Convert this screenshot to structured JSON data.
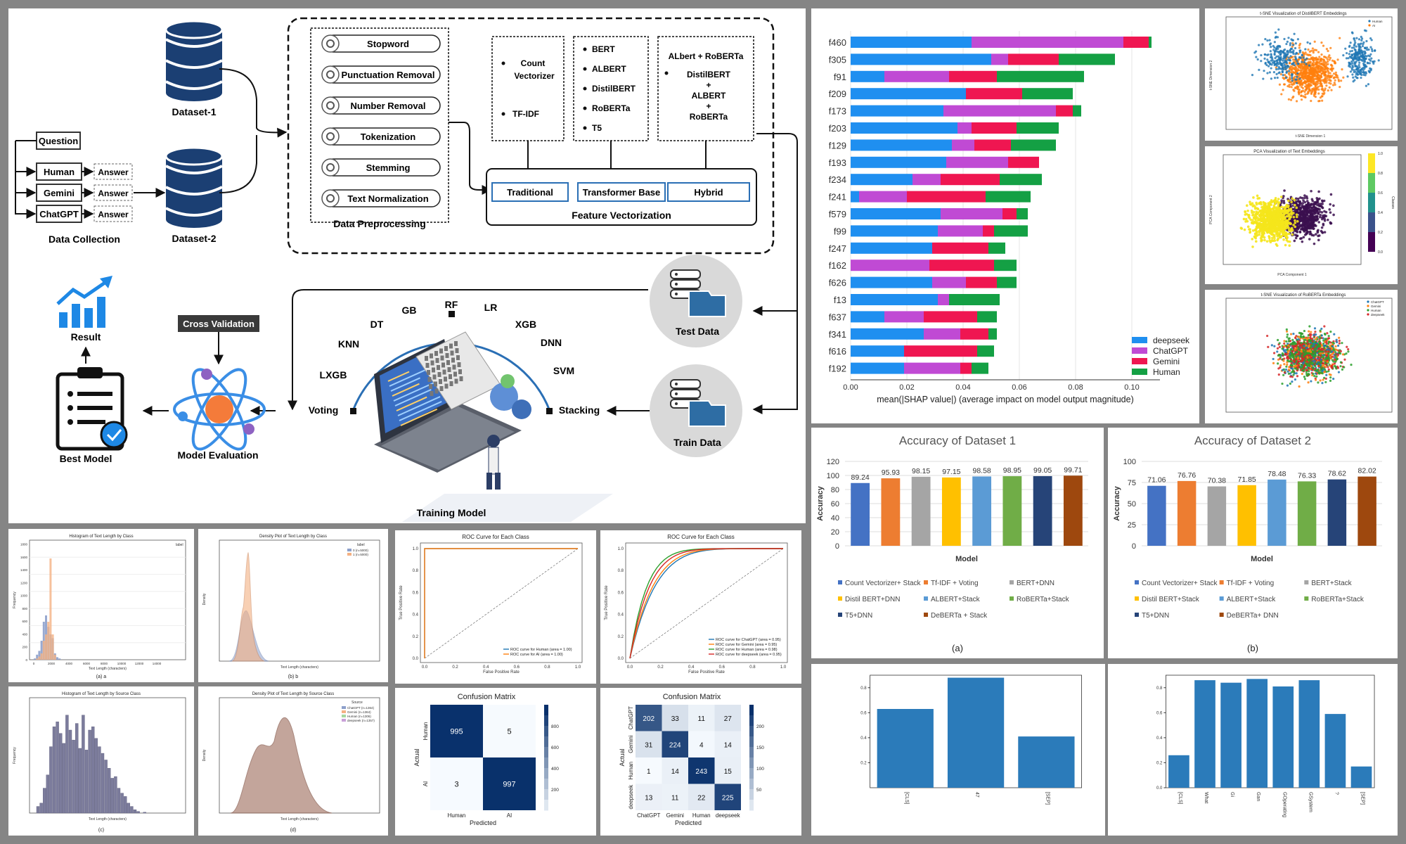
{
  "flow": {
    "data_collection": {
      "question": "Question",
      "sources": [
        "Human",
        "Gemini",
        "ChatGPT"
      ],
      "answer": "Answer",
      "label": "Data Collection"
    },
    "datasets": [
      "Dataset-1",
      "Dataset-2"
    ],
    "preprocessing": {
      "steps": [
        "Stopword",
        "Punctuation Removal",
        "Number Removal",
        "Tokenization",
        "Stemming",
        "Text Normalization"
      ],
      "label": "Data Preprocessing"
    },
    "vectorizer_groups": [
      [
        "Count Vectorizer",
        "TF-IDF"
      ],
      [
        "BERT",
        "ALBERT",
        "DistilBERT",
        "RoBERTa",
        "T5"
      ],
      [
        "ALbert + RoBERTa",
        "DistilBERT",
        "+",
        "ALBERT",
        "+",
        "RoBERTa"
      ]
    ],
    "feature_types": [
      "Traditional",
      "Transformer Base",
      "Hybrid"
    ],
    "feature_label": "Feature Vectorization",
    "test_data": "Test Data",
    "train_data": "Train Data",
    "models": [
      "Voting",
      "LXGB",
      "KNN",
      "DT",
      "GB",
      "RF",
      "LR",
      "XGB",
      "DNN",
      "SVM",
      "Stacking"
    ],
    "training_label": "Training Model",
    "cross_validation": "Cross Validation",
    "evaluation_label": "Model Evaluation",
    "result_label": "Result",
    "best_model_label": "Best Model"
  },
  "chart_data": [
    {
      "type": "bar",
      "orientation": "horizontal",
      "stacked": true,
      "categories": [
        "f460",
        "f305",
        "f91",
        "f209",
        "f173",
        "f203",
        "f129",
        "f193",
        "f234",
        "f241",
        "f579",
        "f99",
        "f247",
        "f162",
        "f626",
        "f13",
        "f637",
        "f341",
        "f616",
        "f192"
      ],
      "series": [
        {
          "name": "deepseek",
          "color": "#1f8ff0",
          "values": [
            0.043,
            0.05,
            0.012,
            0.041,
            0.033,
            0.038,
            0.036,
            0.034,
            0.022,
            0.003,
            0.032,
            0.031,
            0.029,
            0.0,
            0.029,
            0.031,
            0.012,
            0.026,
            0.019,
            0.019
          ]
        },
        {
          "name": "ChatGPT",
          "color": "#c04ad4",
          "values": [
            0.054,
            0.006,
            0.023,
            0.0,
            0.04,
            0.005,
            0.008,
            0.022,
            0.01,
            0.017,
            0.022,
            0.016,
            0.0,
            0.028,
            0.012,
            0.004,
            0.014,
            0.013,
            0.0,
            0.02
          ]
        },
        {
          "name": "Gemini",
          "color": "#ef1651",
          "values": [
            0.009,
            0.018,
            0.017,
            0.02,
            0.006,
            0.016,
            0.013,
            0.011,
            0.021,
            0.028,
            0.005,
            0.004,
            0.02,
            0.023,
            0.011,
            0.0,
            0.019,
            0.01,
            0.026,
            0.004
          ]
        },
        {
          "name": "Human",
          "color": "#14a044",
          "values": [
            0.001,
            0.02,
            0.031,
            0.018,
            0.003,
            0.015,
            0.016,
            0.0,
            0.015,
            0.016,
            0.004,
            0.012,
            0.006,
            0.008,
            0.007,
            0.018,
            0.007,
            0.003,
            0.006,
            0.006
          ]
        }
      ],
      "xlabel": "mean(|SHAP value|) (average impact on model output magnitude)",
      "xticks": [
        "0.00",
        "0.02",
        "0.04",
        "0.06",
        "0.08",
        "0.10"
      ],
      "xlim": [
        0,
        0.11
      ],
      "legend": "bottom-right"
    },
    {
      "type": "scatter",
      "title": "t-SNE Visualization of DistilBERT Embeddings",
      "xlabel": "t-SNE Dimension 1",
      "ylabel": "t-SNE Dimension 2",
      "legend": [
        "Human",
        "AI"
      ],
      "colors": [
        "#1f77b4",
        "#ff7f0e"
      ]
    },
    {
      "type": "scatter",
      "title": "PCA Visualization of Text Embeddings",
      "xlabel": "PCA Component 1",
      "ylabel": "PCA Component 2",
      "colorbar_label": "Classes",
      "colorbar_ticks": [
        "0.0",
        "0.2",
        "0.4",
        "0.6",
        "0.8",
        "1.0"
      ]
    },
    {
      "type": "scatter",
      "title": "t-SNE Visualization of RoBERTa Embeddings",
      "legend": [
        "ChatGPT",
        "Gemini",
        "Human",
        "deepseek"
      ],
      "colors": [
        "#1f77b4",
        "#ff7f0e",
        "#2ca02c",
        "#d62728"
      ]
    },
    {
      "type": "bar",
      "title": "Accuracy of Dataset 1",
      "xlabel": "Model",
      "ylabel": "Accuracy",
      "ylim": [
        0,
        120
      ],
      "yticks": [
        0,
        20,
        40,
        60,
        80,
        100,
        120
      ],
      "categories": [
        "Count Vectorizer+ Stack",
        "Tf-IDF + Voting",
        "BERT+DNN",
        "Distil BERT+DNN",
        "ALBERT+Stack",
        "RoBERTa+Stack",
        "T5+DNN",
        "DeBERTa + Stack"
      ],
      "values": [
        89.24,
        95.93,
        98.15,
        97.15,
        98.58,
        98.95,
        99.05,
        99.71
      ],
      "labels": [
        "89.24",
        "95.93",
        "98.15",
        "97.15",
        "98.58",
        "98.95",
        "99.05",
        "99.71"
      ],
      "colors": [
        "#4472c4",
        "#ed7d31",
        "#a5a5a5",
        "#ffc000",
        "#5b9bd5",
        "#70ad47",
        "#264478",
        "#9e480e"
      ],
      "caption": "(a)"
    },
    {
      "type": "bar",
      "title": "Accuracy of Dataset 2",
      "xlabel": "Model",
      "ylabel": "Accuracy",
      "ylim": [
        0,
        100
      ],
      "yticks": [
        0,
        25,
        50,
        75,
        100
      ],
      "categories": [
        "Count Vectorizer+ Stack",
        "Tf-IDF + Voting",
        "BERT+Stack",
        "Distil BERT+Stack",
        "ALBERT+Stack",
        "RoBERTa+Stack",
        "T5+DNN",
        "DeBERTa+ DNN"
      ],
      "values": [
        71.06,
        76.76,
        70.38,
        71.85,
        78.48,
        76.33,
        78.62,
        82.02
      ],
      "labels": [
        "71.06",
        "76.76",
        "70.38",
        "71.85",
        "78.48",
        "76.33",
        "78.62",
        "82.02"
      ],
      "colors": [
        "#4472c4",
        "#ed7d31",
        "#a5a5a5",
        "#ffc000",
        "#5b9bd5",
        "#70ad47",
        "#264478",
        "#9e480e"
      ],
      "caption": "(b)"
    },
    {
      "type": "bar",
      "title": "Histogram of Text Length by Class",
      "xlabel": "Text Length (characters)",
      "ylabel": "Frequency",
      "legend_title": "label",
      "caption": "(a) a",
      "yticks": [
        "0",
        "200",
        "400",
        "600",
        "800",
        "1000",
        "1200",
        "1400",
        "1600",
        "1800"
      ],
      "xticks": [
        "0",
        "2000",
        "4000",
        "6000",
        "8000",
        "10000",
        "12000",
        "14000"
      ]
    },
    {
      "type": "area",
      "title": "Density Plot of Text Length by Class",
      "xlabel": "Text Length (characters)",
      "ylabel": "Density",
      "legend_title": "label",
      "legend": [
        "0 (n=5000)",
        "1 (n=5000)"
      ],
      "caption": "(b) b"
    },
    {
      "type": "bar",
      "title": "Histogram of Text Length by Source Class",
      "xlabel": "Text Length (characters)",
      "ylabel": "Frequency",
      "caption": "(c)"
    },
    {
      "type": "area",
      "title": "Density Plot of Text Length by Source Class",
      "xlabel": "Text Length (characters)",
      "ylabel": "Density",
      "legend_title": "Source",
      "legend": [
        "ChatGPT (n=1364)",
        "Gemini (n=1364)",
        "Human (n=1306)",
        "deepseek (n=1357)"
      ],
      "caption": "(d)"
    },
    {
      "type": "line",
      "title": "ROC Curve for Each Class",
      "xlabel": "False Positive Rate",
      "ylabel": "True Positive Rate",
      "xticks": [
        "0.0",
        "0.2",
        "0.4",
        "0.6",
        "0.8",
        "1.0"
      ],
      "yticks": [
        "0.0",
        "0.2",
        "0.4",
        "0.6",
        "0.8",
        "1.0"
      ],
      "series": [
        {
          "name": "ROC curve for Human (area = 1.00)",
          "auc": 1.0
        },
        {
          "name": "ROC curve for AI (area = 1.00)",
          "auc": 1.0
        }
      ]
    },
    {
      "type": "line",
      "title": "ROC Curve for Each Class",
      "xlabel": "False Positive Rate",
      "ylabel": "True Positive Rate",
      "xticks": [
        "0.0",
        "0.2",
        "0.4",
        "0.6",
        "0.8",
        "1.0"
      ],
      "yticks": [
        "0.0",
        "0.2",
        "0.4",
        "0.6",
        "0.8",
        "1.0"
      ],
      "series": [
        {
          "name": "ROC curve for ChatGPT (area = 0.95)",
          "auc": 0.95
        },
        {
          "name": "ROC curve for Gemini (area = 0.95)",
          "auc": 0.95
        },
        {
          "name": "ROC curve for Human (area = 0.98)",
          "auc": 0.98
        },
        {
          "name": "ROC curve for deepseek (area = 0.95)",
          "auc": 0.95
        }
      ]
    },
    {
      "type": "heatmap",
      "title": "Confusion Matrix",
      "xlabel": "Predicted",
      "ylabel": "Actual",
      "labels": [
        "Human",
        "AI"
      ],
      "matrix": [
        [
          995,
          5
        ],
        [
          3,
          997
        ]
      ],
      "colorbar_ticks": [
        "200",
        "400",
        "600",
        "800"
      ],
      "vmax": 1000
    },
    {
      "type": "heatmap",
      "title": "Confusion Matrix",
      "xlabel": "Predicted",
      "ylabel": "Actual",
      "labels": [
        "ChatGPT",
        "Gemini",
        "Human",
        "deepseek"
      ],
      "matrix": [
        [
          202,
          33,
          11,
          27
        ],
        [
          31,
          224,
          4,
          14
        ],
        [
          1,
          14,
          243,
          15
        ],
        [
          13,
          11,
          22,
          225
        ]
      ],
      "colorbar_ticks": [
        "50",
        "100",
        "150",
        "200"
      ],
      "vmax": 250
    },
    {
      "type": "bar",
      "categories": [
        "[CLS]",
        "47",
        "[SEP]"
      ],
      "values": [
        0.63,
        0.88,
        0.41
      ],
      "yticks": [
        "0.2",
        "0.4",
        "0.6",
        "0.8"
      ],
      "ylim": [
        0,
        0.9
      ]
    },
    {
      "type": "bar",
      "categories": [
        "[CLS]",
        "What",
        "Gi",
        "Gan",
        "GOperating",
        "GSystem",
        "?",
        "[SEP]"
      ],
      "values": [
        0.26,
        0.86,
        0.84,
        0.87,
        0.81,
        0.86,
        0.59,
        0.17
      ],
      "yticks": [
        "0.0",
        "0.2",
        "0.4",
        "0.6",
        "0.8"
      ],
      "ylim": [
        0,
        0.9
      ]
    }
  ]
}
